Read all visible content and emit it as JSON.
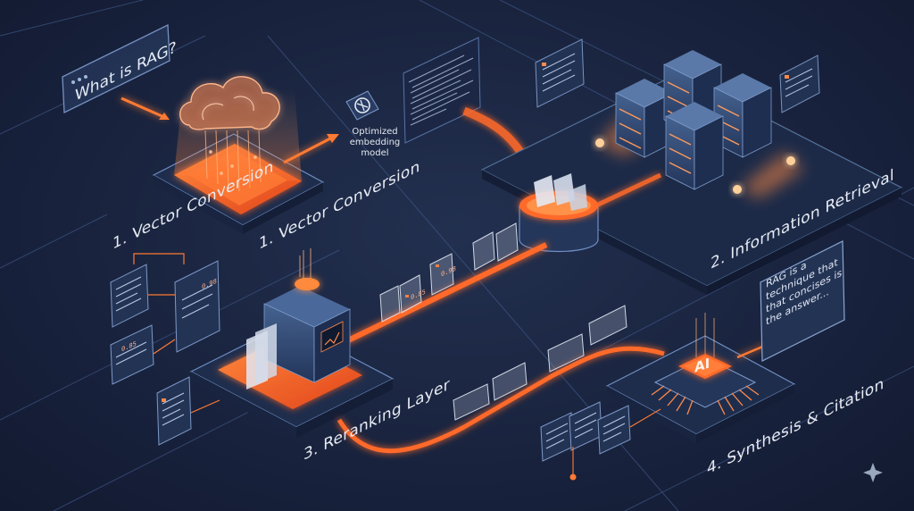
{
  "question": {
    "text": "What is RAG?"
  },
  "stages": {
    "vector_conversion_left": "1. Vector Conversion",
    "vector_conversion_right": "1. Vector Conversion",
    "information_retrieval": "2. Information Retrieval",
    "reranking_layer": "3. Reranking Layer",
    "synthesis_citation": "4. Synthesis & Citation"
  },
  "embedding_model": {
    "line1": "Optimized",
    "line2": "embedding",
    "line3": "model",
    "icon": "openai-knot-icon"
  },
  "scores": {
    "left_top": "0.98",
    "left_bottom": "0.85",
    "strip_1": "0.98",
    "strip_2": "0.85"
  },
  "processor": {
    "label": "AI",
    "icon": "ai-chip-icon"
  },
  "answer": {
    "text": "RAG is a technique that that concises is the answer..."
  },
  "colors": {
    "background": "#17203a",
    "accent": "#ff6a2c",
    "glow": "#ff9a5c",
    "panel": "#2b3d63",
    "line": "#5c7bb0"
  }
}
